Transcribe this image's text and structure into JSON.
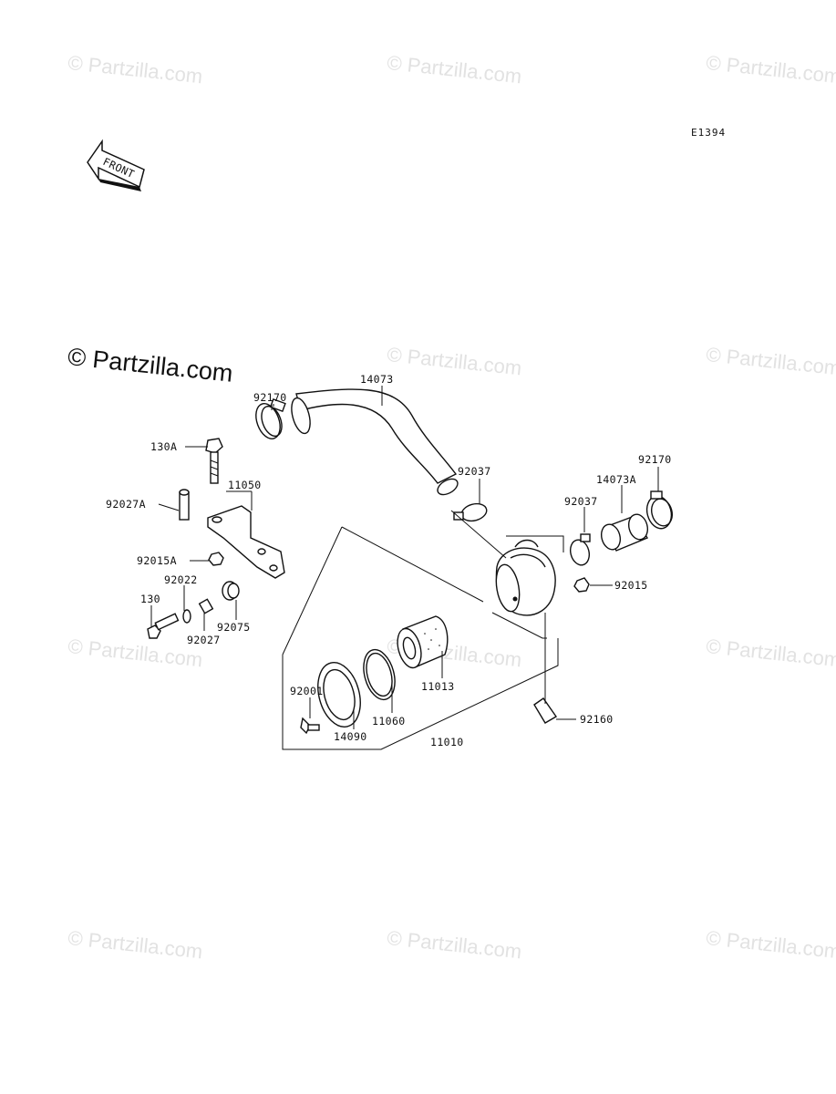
{
  "diagram_code": "E1394",
  "front_label": "FRONT",
  "watermark": "© Partzilla.com",
  "watermark_main": "© Partzilla.com",
  "parts": [
    {
      "id": "p-92170a",
      "label": "92170"
    },
    {
      "id": "p-14073",
      "label": "14073"
    },
    {
      "id": "p-130a",
      "label": "130A"
    },
    {
      "id": "p-11050",
      "label": "11050"
    },
    {
      "id": "p-92027a",
      "label": "92027A"
    },
    {
      "id": "p-92015a",
      "label": "92015A"
    },
    {
      "id": "p-92022",
      "label": "92022"
    },
    {
      "id": "p-130",
      "label": "130"
    },
    {
      "id": "p-92027",
      "label": "92027"
    },
    {
      "id": "p-92075",
      "label": "92075"
    },
    {
      "id": "p-92037a",
      "label": "92037"
    },
    {
      "id": "p-92037b",
      "label": "92037"
    },
    {
      "id": "p-14073a",
      "label": "14073A"
    },
    {
      "id": "p-92170b",
      "label": "92170"
    },
    {
      "id": "p-92015",
      "label": "92015"
    },
    {
      "id": "p-11013",
      "label": "11013"
    },
    {
      "id": "p-92001",
      "label": "92001"
    },
    {
      "id": "p-11060",
      "label": "11060"
    },
    {
      "id": "p-14090",
      "label": "14090"
    },
    {
      "id": "p-11010",
      "label": "11010"
    },
    {
      "id": "p-92160",
      "label": "92160"
    }
  ]
}
